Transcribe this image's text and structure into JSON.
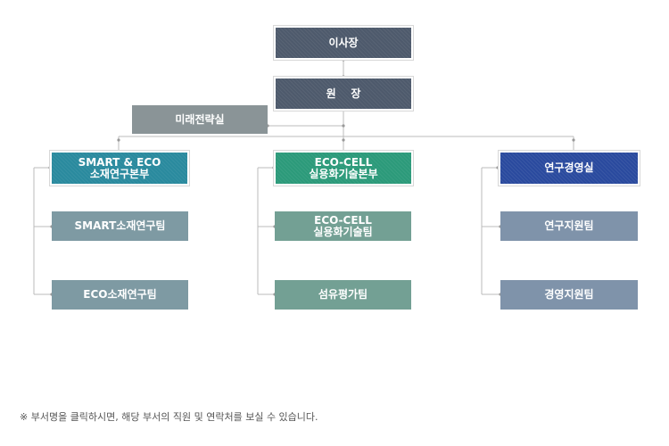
{
  "org": {
    "chairman": "이사장",
    "director": "원    장",
    "strategy": "미래전략실",
    "divisions": [
      {
        "head_line1": "SMART & ECO",
        "head_line2": "소재연구본부",
        "teams": [
          {
            "line1": "SMART소재연구팀",
            "line2": ""
          },
          {
            "line1": "ECO소재연구팀",
            "line2": ""
          }
        ]
      },
      {
        "head_line1": "ECO-CELL",
        "head_line2": "실용화기술본부",
        "teams": [
          {
            "line1": "ECO-CELL",
            "line2": "실용화기술팀"
          },
          {
            "line1": "섬유평가팀",
            "line2": ""
          }
        ]
      },
      {
        "head_line1": "연구경영실",
        "head_line2": "",
        "teams": [
          {
            "line1": "연구지원팀",
            "line2": ""
          },
          {
            "line1": "경영지원팀",
            "line2": ""
          }
        ]
      }
    ]
  },
  "colors": {
    "top_box": "#4e5a6c",
    "division_1": "#2a8a9e",
    "division_2": "#2c9a7a",
    "division_3": "#2a4a9e",
    "team_1": "#7e9aa3",
    "team_2": "#73a094",
    "team_3": "#7f93aa",
    "connector": "#bbbbbb"
  },
  "footnote": "※ 부서명을 클릭하시면, 해당 부서의 직원 및 연락처를 보실 수 있습니다."
}
